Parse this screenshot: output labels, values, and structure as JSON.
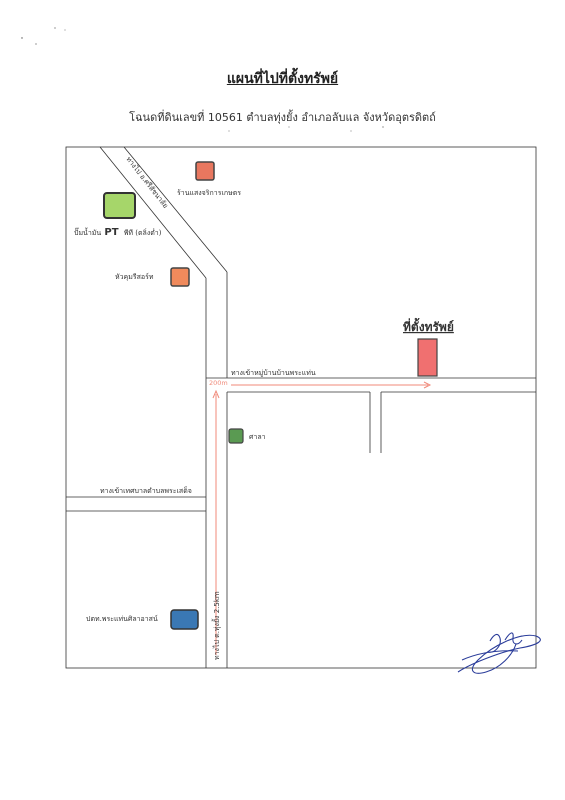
{
  "document": {
    "title": "แผนที่ไปที่ตั้งทรัพย์",
    "subtitle": "โฉนดที่ดินเลขที่ 10561 ตำบลทุ่งยั้ง อำเภอลับแล จังหวัดอุตรดิตถ์"
  },
  "map": {
    "diagonal_road_label": "ทางไป อ.ศรีสัชนาลัย",
    "property_label": "ที่ตั้งทรัพย์",
    "village_road_label": "ทางเข้าหมู่บ้านบ้านพระแท่น",
    "distance_label": "200m",
    "municipality_road_label": "ทางเข้าเทศบาลตำบลพระเสด็จ",
    "main_road_label": "ทางไป ต.ทุ่งยั้ง 2.5km",
    "landmarks": [
      {
        "id": "shop",
        "label": "ร้านแสงจริการเกษตร",
        "color": "#e8775f"
      },
      {
        "id": "pt_station",
        "label_prefix": "ปั๊มน้ำมัน",
        "label_brand": "PT",
        "label_suffix": "พีที (ตลิ่งต่ำ)",
        "color": "#a6d66a"
      },
      {
        "id": "market",
        "label": "หัวคุมรีสอร์ท",
        "color": "#f08a5c"
      },
      {
        "id": "sala",
        "label": "ศาลา",
        "color": "#5a9a52"
      },
      {
        "id": "school",
        "label": "ปตท.พระแท่นศิลาอาสน์",
        "color": "#3a78b4"
      }
    ],
    "property_color": "#f07070",
    "arrow_color": "#f08a7a"
  }
}
